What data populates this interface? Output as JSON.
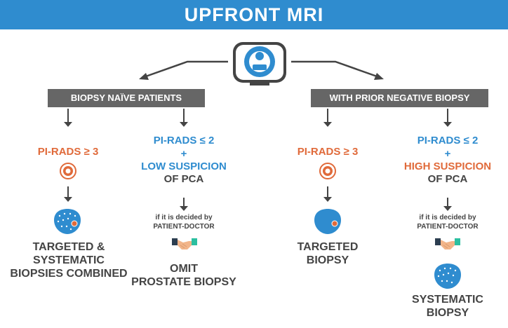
{
  "title": "UPFRONT MRI",
  "branches": {
    "left": {
      "header": "BIOPSY NAÏVE PATIENTS",
      "col1": {
        "pirads": "PI-RADS  ≥ 3",
        "result": [
          "TARGETED &",
          "SYSTEMATIC",
          "BIOPSIES COMBINED"
        ]
      },
      "col2": {
        "pirads": "PI-RADS ≤ 2",
        "plus": "+",
        "suspicion": "LOW SUSPICION",
        "of": "OF PCA",
        "decided": "if it is decided by",
        "who": "PATIENT-DOCTOR",
        "result": [
          "OMIT",
          "PROSTATE BIOPSY"
        ]
      }
    },
    "right": {
      "header": "WITH PRIOR NEGATIVE BIOPSY",
      "col1": {
        "pirads": "PI-RADS  ≥ 3",
        "result": [
          "TARGETED",
          "BIOPSY"
        ]
      },
      "col2": {
        "pirads": "PI-RADS ≤ 2",
        "plus": "+",
        "suspicion": "HIGH SUSPICION",
        "of": "OF PCA",
        "decided": "if it is decided by",
        "who": "PATIENT-DOCTOR",
        "result": [
          "SYSTEMATIC",
          "BIOPSY"
        ]
      }
    }
  },
  "icons": [
    "mri-scanner-icon",
    "target-icon",
    "prostate-icon",
    "handshake-icon"
  ],
  "colors": {
    "banner": "#2f8ccf",
    "box": "#666666",
    "orange": "#e06a3a",
    "blue": "#2f8ccf",
    "text": "#444444"
  }
}
